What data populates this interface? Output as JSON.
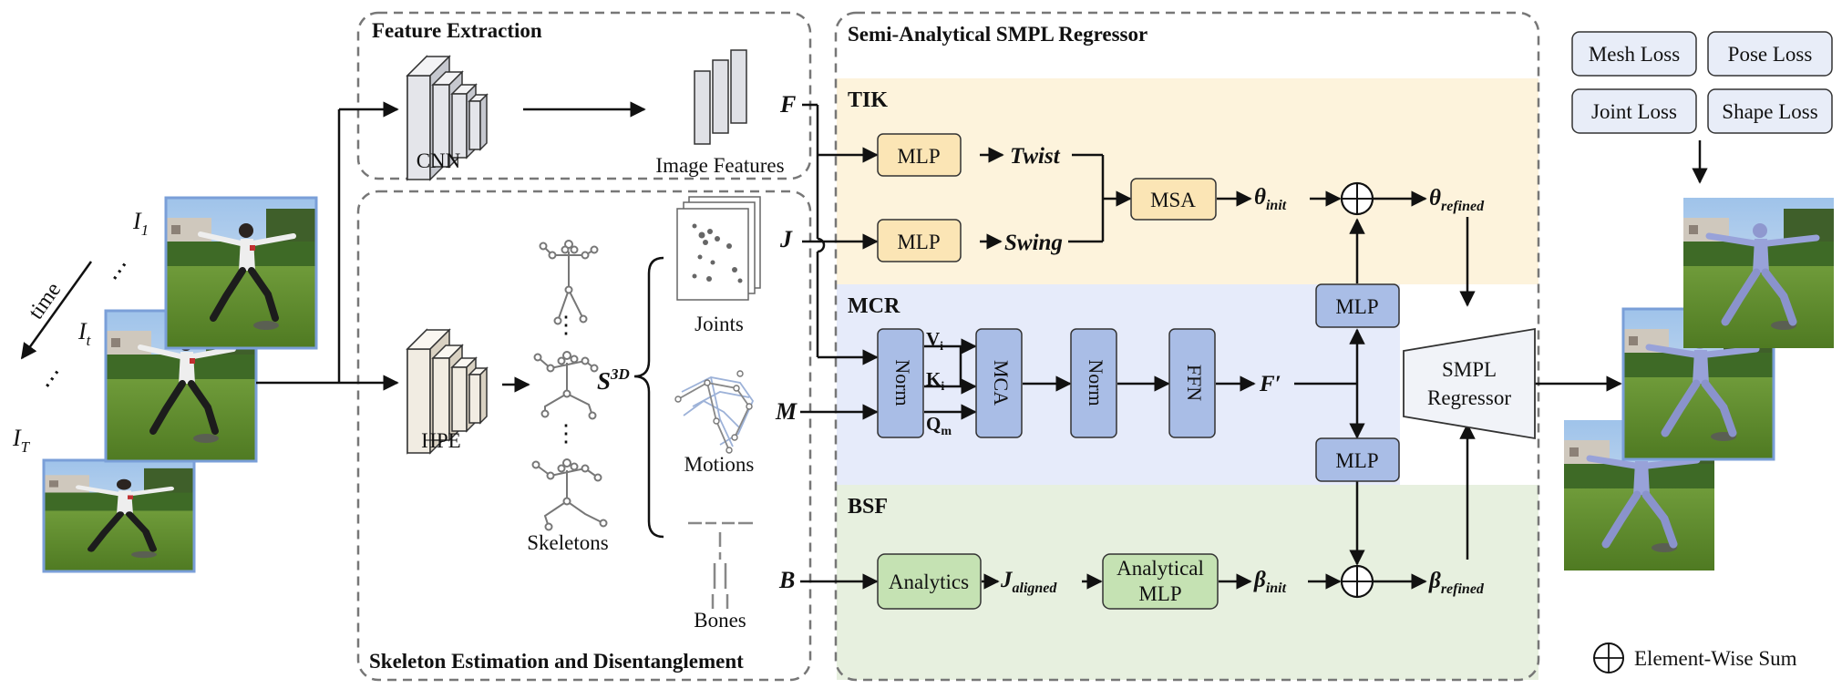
{
  "sections": {
    "feature_extraction": "Feature Extraction",
    "skeleton_estimation": "Skeleton Estimation and Disentanglement",
    "regressor": "Semi-Analytical SMPL Regressor",
    "tik": "TIK",
    "mcr": "MCR",
    "bsf": "BSF"
  },
  "input": {
    "time_label": "time",
    "frame_labels": [
      "I",
      "I",
      "I"
    ],
    "frame_subscripts": [
      "1",
      "t",
      "T"
    ],
    "dots": [
      "⋯",
      "⋯"
    ]
  },
  "feature_branch": {
    "cnn": "CNN",
    "image_features": "Image Features"
  },
  "skeleton_branch": {
    "hpe": "HPE",
    "skeletons": "Skeletons",
    "s3d_main": "S",
    "s3d_sup": "3D",
    "joints": "Joints",
    "motions": "Motions",
    "bones": "Bones",
    "vdots": "⋮"
  },
  "variables": {
    "F": "F",
    "J": "J",
    "M": "M",
    "B": "B"
  },
  "tik": {
    "mlp_top": "MLP",
    "mlp_bottom": "MLP",
    "twist": "Twist",
    "swing": "Swing",
    "msa": "MSA",
    "theta": "θ",
    "theta_init_sub": "init",
    "theta_refined_sub": "refined"
  },
  "mcr": {
    "norm1": "Norm",
    "mca": "MCA",
    "norm2": "Norm",
    "ffn": "FFN",
    "f_prime": "F′",
    "v": "V",
    "k": "K",
    "q": "Q",
    "sub_i": "i",
    "sub_m": "m",
    "mlp_upper": "MLP",
    "mlp_lower": "MLP"
  },
  "bsf": {
    "analytics": "Analytics",
    "j_main": "J",
    "j_sub": "aligned",
    "analytical_mlp_line1": "Analytical",
    "analytical_mlp_line2": "MLP",
    "beta": "β",
    "beta_init_sub": "init",
    "beta_refined_sub": "refined"
  },
  "smpl": {
    "line1": "SMPL",
    "line2": "Regressor"
  },
  "losses": [
    "Mesh Loss",
    "Pose Loss",
    "Joint Loss",
    "Shape Loss"
  ],
  "legend": {
    "element_wise_sum": "Element-Wise Sum"
  },
  "colors": {
    "tik_bg": "#fdf3dc",
    "mcr_bg": "#e6ebfa",
    "bsf_bg": "#e7f0df",
    "orange_box": "#fbe5b5",
    "blue_box": "#a9bde6",
    "green_box": "#c5e2b3",
    "loss_box": "#e8edf8",
    "photo_border": "#7a9fd8",
    "dash": "#777777"
  }
}
